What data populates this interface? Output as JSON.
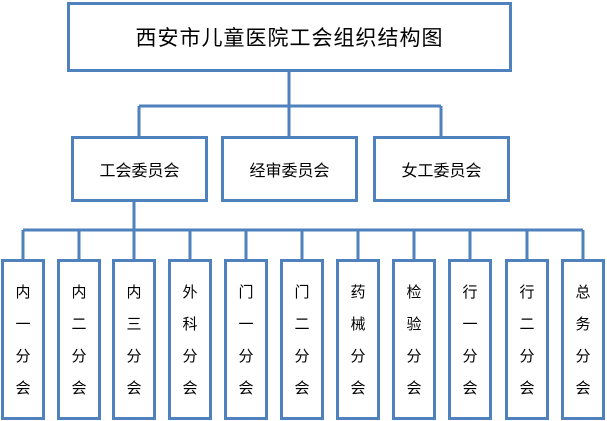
{
  "root": {
    "label": "西安市儿童医院工会组织结构图"
  },
  "committees": [
    {
      "label": "工会委员会"
    },
    {
      "label": "经审委员会"
    },
    {
      "label": "女工委员会"
    }
  ],
  "branches": [
    {
      "label": "内一分会",
      "chars": [
        "内",
        "一",
        "分",
        "会"
      ]
    },
    {
      "label": "内二分会",
      "chars": [
        "内",
        "二",
        "分",
        "会"
      ]
    },
    {
      "label": "内三分会",
      "chars": [
        "内",
        "三",
        "分",
        "会"
      ]
    },
    {
      "label": "外科分会",
      "chars": [
        "外",
        "科",
        "分",
        "会"
      ]
    },
    {
      "label": "门一分会",
      "chars": [
        "门",
        "一",
        "分",
        "会"
      ]
    },
    {
      "label": "门二分会",
      "chars": [
        "门",
        "二",
        "分",
        "会"
      ]
    },
    {
      "label": "药械分会",
      "chars": [
        "药",
        "械",
        "分",
        "会"
      ]
    },
    {
      "label": "检验分会",
      "chars": [
        "检",
        "验",
        "分",
        "会"
      ]
    },
    {
      "label": "行一分会",
      "chars": [
        "行",
        "一",
        "分",
        "会"
      ]
    },
    {
      "label": "行二分会",
      "chars": [
        "行",
        "二",
        "分",
        "会"
      ]
    },
    {
      "label": "总务分会",
      "chars": [
        "总",
        "务",
        "分",
        "会"
      ]
    }
  ],
  "colors": {
    "border": "#4f81bd",
    "connector": "#4f81bd",
    "text": "#000000",
    "background": "#ffffff"
  }
}
